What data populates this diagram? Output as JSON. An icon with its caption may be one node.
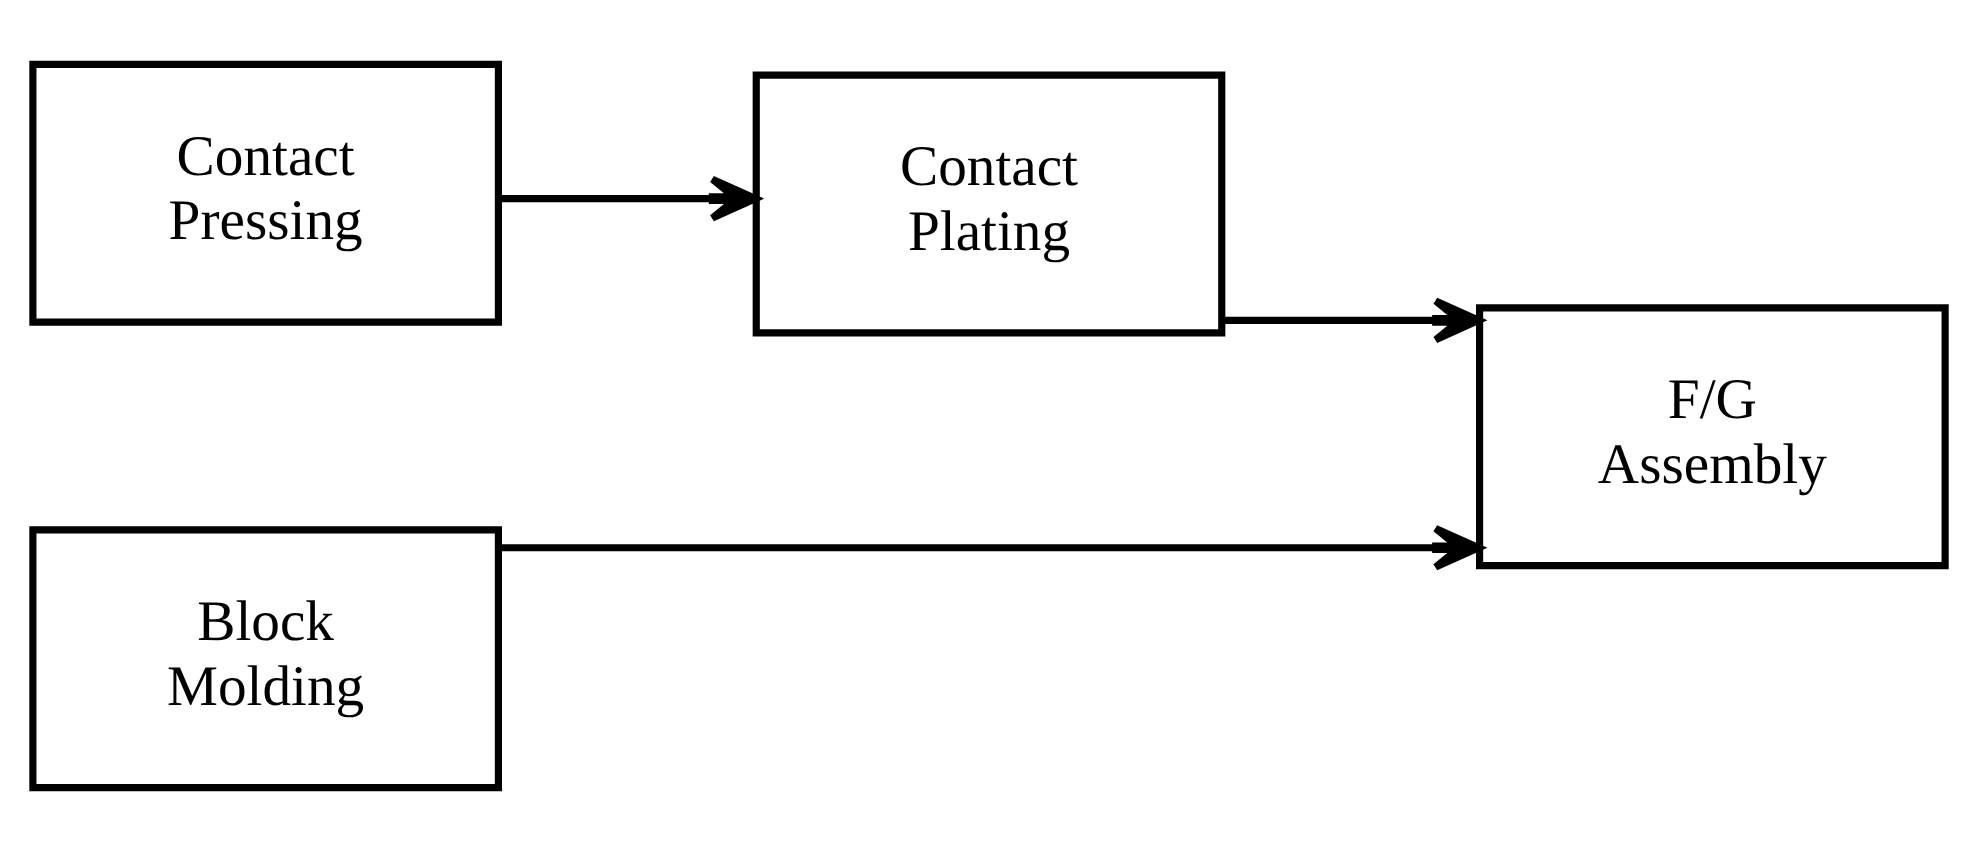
{
  "diagram": {
    "nodes": [
      {
        "text": [
          "Contact",
          "Pressing"
        ]
      },
      {
        "text": [
          "Contact",
          "Plating"
        ]
      },
      {
        "text": [
          "F/G",
          "Assembly"
        ]
      },
      {
        "text": [
          "Block",
          "Molding"
        ]
      }
    ],
    "edges": [
      {
        "from": 0,
        "to": 1,
        "arrow": "to"
      },
      {
        "from": 1,
        "to": 2,
        "arrow": "to"
      },
      {
        "from": 3,
        "to": 2,
        "arrow": "to"
      }
    ]
  }
}
